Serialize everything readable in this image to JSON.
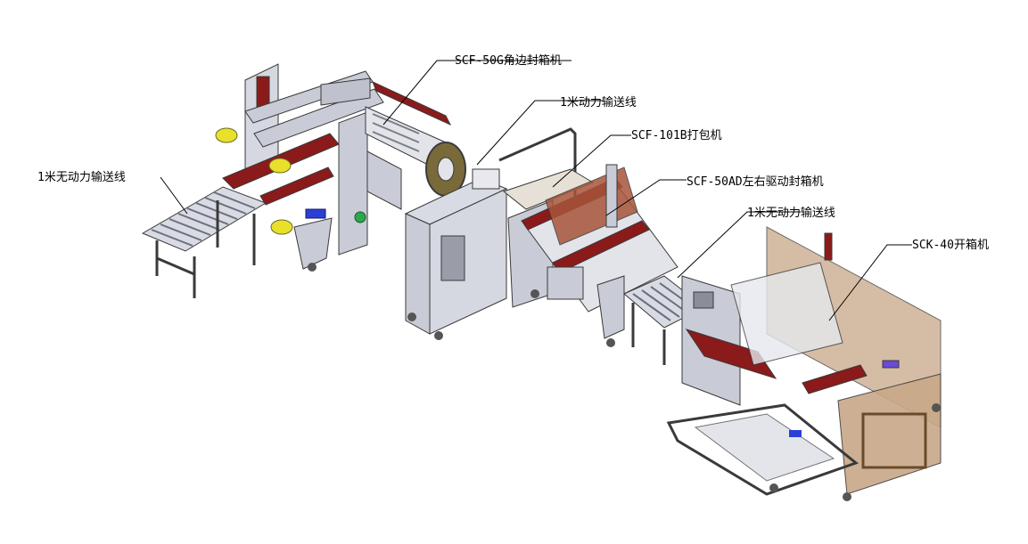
{
  "labels": {
    "scf50g": "SCF-50G角边封箱机",
    "conveyor_powered": "1米动力输送线",
    "scf101b": "SCF-101B打包机",
    "scf50ad": "SCF-50AD左右驱动封箱机",
    "conveyor_unpowered_right": "1米无动力输送线",
    "sck40": "SCK-40开箱机",
    "conveyor_unpowered_left": "1米无动力输送线"
  },
  "colors": {
    "frame": "#c9ccd6",
    "frame_dark": "#8a8e9a",
    "outline": "#3a3a3a",
    "red_belt": "#8b1a1a",
    "yellow_motor": "#e8e02a",
    "blue_part": "#2a3fd6",
    "wood_panel": "#c8a888",
    "strap_spool": "#7a6a3a",
    "green_badge": "#2aa84a"
  },
  "icons": {
    "conveyor": "roller-conveyor-icon",
    "sealer": "case-sealer-icon",
    "strapper": "strapping-machine-icon",
    "erector": "case-erector-icon"
  }
}
